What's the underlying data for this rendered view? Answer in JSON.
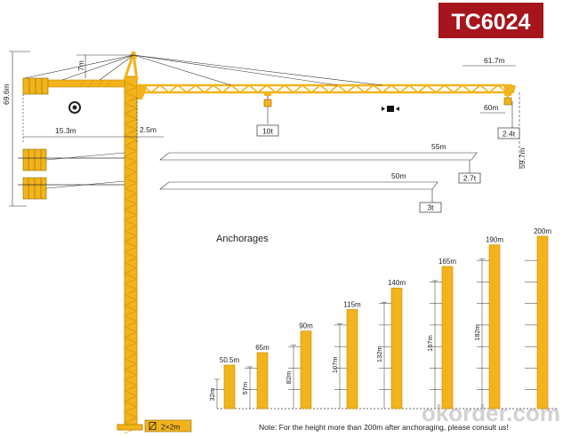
{
  "model": "TC6024",
  "colors": {
    "badge": "#a6151b",
    "steel": "#f2b31c",
    "steel_dark": "#c98a00",
    "line": "#333333"
  },
  "dims": {
    "top_height": "7m",
    "total_height": "69.6m",
    "counter_jib": "15.3m",
    "tower_offset": "2.5m",
    "jib_length": "61.7m",
    "jib_tip_radius": "60m",
    "tip_height": "59.7m",
    "max_load": "10t",
    "tip_load": "2.4t"
  },
  "jib_options": [
    {
      "length": "55m",
      "load": "2.7t"
    },
    {
      "length": "50m",
      "load": "3t"
    }
  ],
  "base_label": "2×2m",
  "anchorages": {
    "title": "Anchorages",
    "columns": [
      {
        "height": 50.5,
        "label": "50.5m",
        "anchor": "32m"
      },
      {
        "height": 65,
        "label": "65m",
        "anchor": "57m"
      },
      {
        "height": 90,
        "label": "90m",
        "anchor": "82m"
      },
      {
        "height": 115,
        "label": "115m",
        "anchor": "107m"
      },
      {
        "height": 140,
        "label": "140m",
        "anchor": "132m"
      },
      {
        "height": 165,
        "label": "165m",
        "anchor": "157m"
      },
      {
        "height": 190,
        "label": "190m",
        "anchor": "182m"
      },
      {
        "height": 200,
        "label": "200m",
        "anchor": ""
      }
    ]
  },
  "note": "Note: For the height more than 200m after anchoraging, please consult us!",
  "watermark": "okorder.com"
}
